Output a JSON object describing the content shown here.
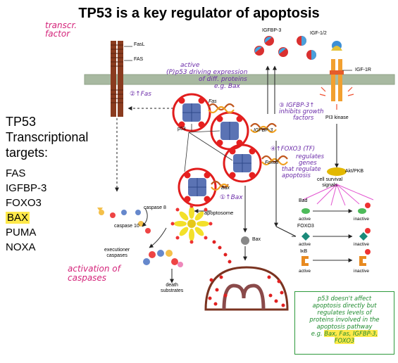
{
  "title": "TP53 is a key regulator of apoptosis",
  "annotations": {
    "transcr_factor_1": "transcr.",
    "transcr_factor_2": "factor",
    "active_1": "active",
    "active_2": "(P)p53 driving expression",
    "active_3": "of diff. proteins",
    "active_4": "e.g. Bax",
    "fas_note": "②↑Fas",
    "igfbp_1": "③ IGFBP-3↑",
    "igfbp_2": "inhibits growth",
    "igfbp_3": "factors",
    "foxo3_1": "④↑FOXO3 (TF)",
    "foxo3_2": "regulates",
    "foxo3_3": "genes",
    "foxo3_4": "that regulate",
    "foxo3_5": "apoptosis",
    "bax_note": "①↑Bax",
    "activation_1": "activation of",
    "activation_2": "caspases"
  },
  "side_panel": {
    "heading_1": "TP53",
    "heading_2": "Transcriptional",
    "heading_3": "targets:",
    "targets": [
      "FAS",
      "IGFBP-3",
      "FOXO3",
      "BAX",
      "PUMA",
      "NOXA"
    ]
  },
  "labels": {
    "fasl": "FasL",
    "fas": "FAS",
    "igfbp3_top": "IGFBP-3",
    "igf12": "IGF-1/2",
    "igf1r": "IGF-1R",
    "pi3k": "PI3 kinase",
    "fas_gene": "Fas",
    "p53": "p53",
    "igfbp3_gene": "IGFBP-3",
    "foxo3_gene": "Foxo3",
    "bax_gene": "Bax",
    "akt": "Akt/PKB",
    "survival_1": "cell survival",
    "survival_2": "signals",
    "bad": "Bad",
    "foxo3": "FOXO3",
    "ikb": "IκB",
    "active": "active",
    "inactive": "inactive",
    "caspase8": "caspase 8",
    "caspase10": "caspase 10",
    "apoptosome": "apoptosome",
    "bax_protein": "Bax",
    "exec_1": "executioner",
    "exec_2": "caspases",
    "death_1": "death",
    "death_2": "substrates",
    "p_mark": "P"
  },
  "note": {
    "line_1": "p53 doesn't affect",
    "line_2": "apoptosis directly but",
    "line_3": "regulates levels of",
    "line_4": "proteins involved in the",
    "line_5": "apoptosis pathway",
    "line_6_prefix": "e.g.",
    "line_6_hl": "Bax, Fas, IGFBP-3,",
    "line_7_hl": "FOXO3"
  },
  "colors": {
    "membrane": "#a6b8a0",
    "red_circle": "#e11d1d",
    "p53_blue": "#5b73b4",
    "dna_brown": "#c0571e",
    "dna_orange": "#f0a020",
    "pink_hw": "#d4247a",
    "purple_hw": "#6a2aa8",
    "note_green": "#1d8a2d",
    "highlight": "#ffe94a",
    "fas_brown": "#8a3b1f"
  }
}
